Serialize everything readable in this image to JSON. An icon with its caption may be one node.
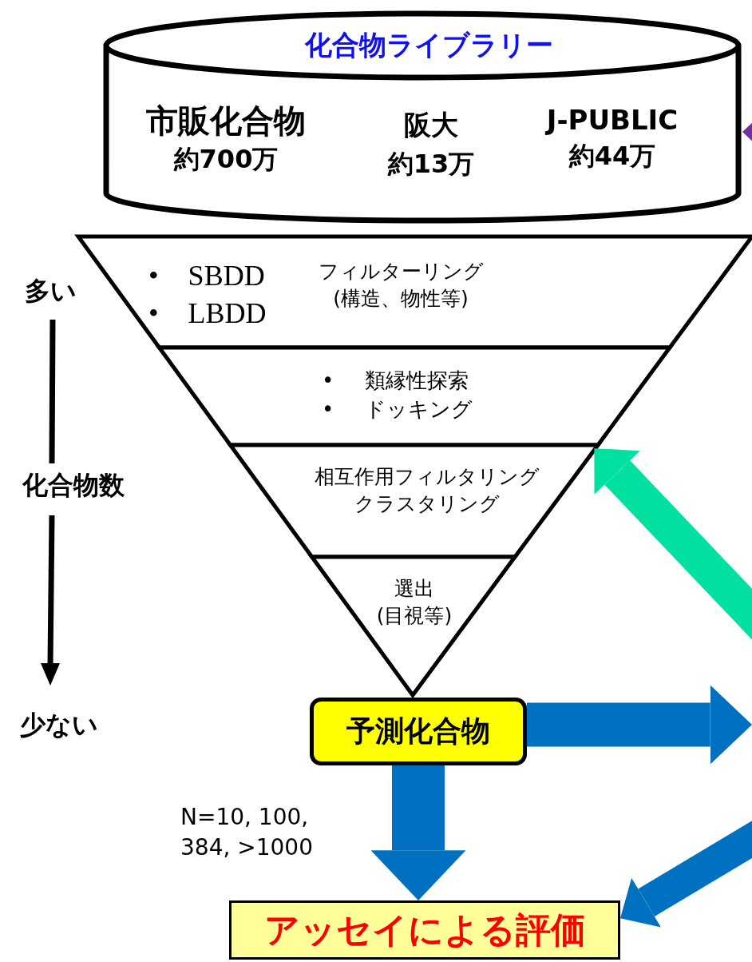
{
  "diagram": {
    "nodes": [
      {
        "text": [
          "化合物ライブラリー",
          "市販化合物",
          "約700万",
          "阪大",
          "約13万",
          "J-PUBLIC",
          "約44万"
        ]
      },
      {
        "text": [
          "• SBDD",
          "• LBDD",
          "フィルターリング (構造、物性等)"
        ]
      },
      {
        "text": [
          "• 類縁性探索",
          "• ドッキング"
        ]
      },
      {
        "text": [
          "相互作用フィルタリングクラスタリング"
        ]
      },
      {
        "text": [
          "選出 (目視等)"
        ]
      },
      {
        "text": [
          "予測化合物"
        ]
      },
      {
        "text": [
          "アッセイによる評価"
        ]
      }
    ],
    "edges": [
      {
        "from": 5,
        "to": 6,
        "arrow": "to",
        "label": "N=10, 100, 384, >1000"
      },
      {
        "from": 5,
        "to": null,
        "arrow": "to"
      },
      {
        "from": null,
        "to": 3,
        "arrow": "to",
        "color": "#00e0a0"
      },
      {
        "from": null,
        "to": 6,
        "arrow": "to"
      },
      {
        "from": null,
        "to": 0,
        "arrow": "to",
        "color": "#7030a0"
      }
    ],
    "labels": [
      "多い",
      "化合物数",
      "少ない"
    ]
  }
}
